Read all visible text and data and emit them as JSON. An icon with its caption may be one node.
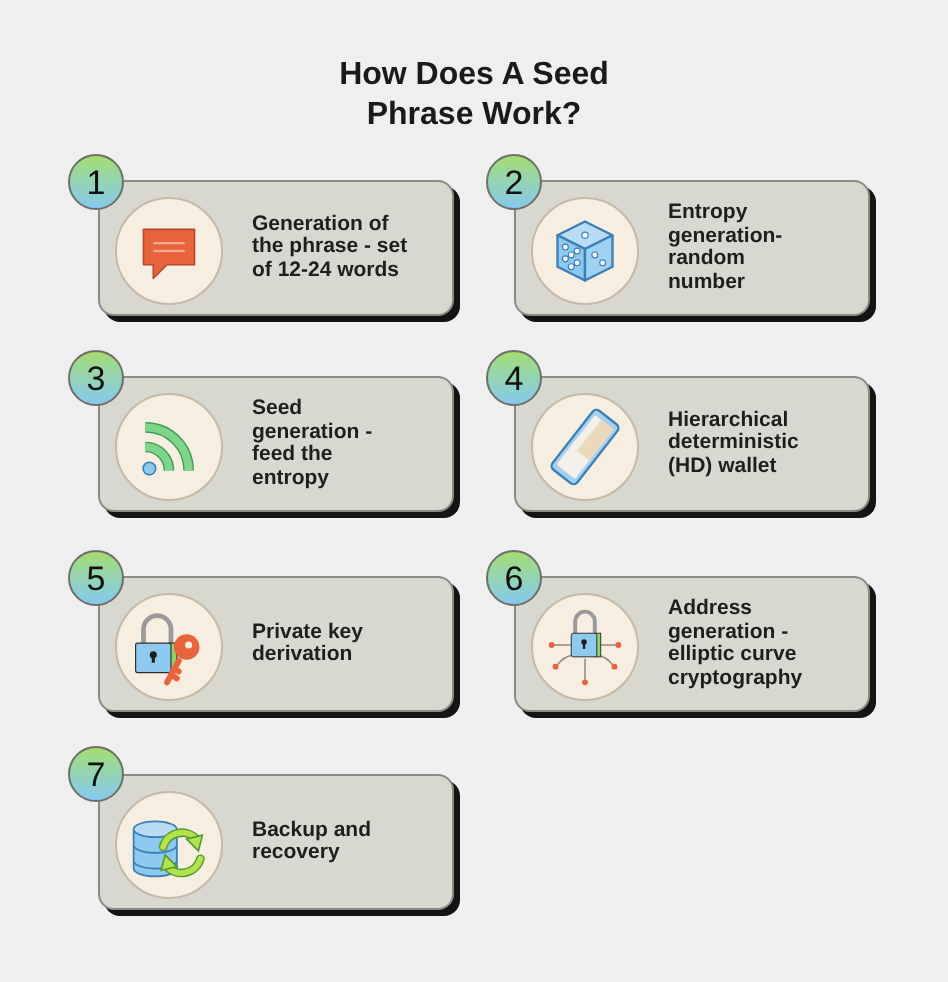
{
  "diagram": {
    "title": "How Does A Seed Phrase Work?",
    "nodes": [
      {
        "text": [
          "1"
        ]
      },
      {
        "text": [
          "Generation of the phrase - set of 12-24 words"
        ]
      },
      {
        "text": [
          "2"
        ]
      },
      {
        "text": [
          "Entropy generation-random number"
        ]
      },
      {
        "text": [
          "3"
        ]
      },
      {
        "text": [
          "Seed generation - feed the entropy"
        ]
      },
      {
        "text": [
          "4"
        ]
      },
      {
        "text": [
          "Hierarchical deterministic (HD) wallet"
        ]
      },
      {
        "text": [
          "5"
        ]
      },
      {
        "text": [
          "Private key derivation"
        ]
      },
      {
        "text": [
          "6"
        ]
      },
      {
        "text": [
          "Address generation - elliptic curve cryptography"
        ]
      },
      {
        "text": [
          "7"
        ]
      },
      {
        "text": [
          "Backup and recovery"
        ]
      }
    ]
  }
}
